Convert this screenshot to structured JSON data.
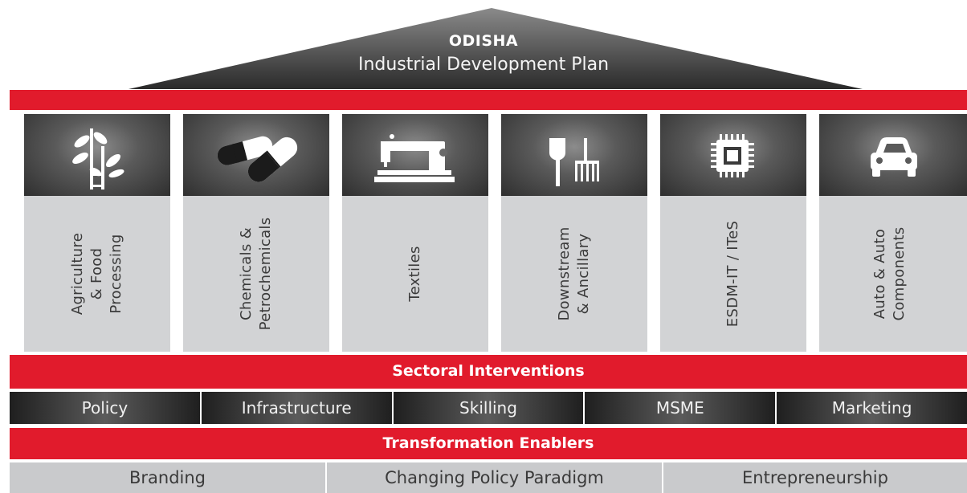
{
  "roof": {
    "title": "ODISHA",
    "subtitle": "Industrial Development Plan"
  },
  "pillars": [
    {
      "icon": "plant-icon",
      "lines": [
        "Agriculture",
        "& Food",
        "Processing"
      ]
    },
    {
      "icon": "capsule-icon",
      "lines": [
        "Chemicals &",
        "Petrochemicals"
      ]
    },
    {
      "icon": "sewing-machine-icon",
      "lines": [
        "Textiles"
      ]
    },
    {
      "icon": "shovel-rake-icon",
      "lines": [
        "Downstream",
        "& Ancillary"
      ]
    },
    {
      "icon": "microchip-icon",
      "lines": [
        "ESDM-IT / ITeS"
      ]
    },
    {
      "icon": "car-icon",
      "lines": [
        "Auto & Auto",
        "Components"
      ]
    }
  ],
  "sectoral_interventions": {
    "title": "Sectoral Interventions",
    "items": [
      "Policy",
      "Infrastructure",
      "Skilling",
      "MSME",
      "Marketing"
    ]
  },
  "transformation_enablers": {
    "title": "Transformation Enablers",
    "items": [
      "Branding",
      "Changing Policy Paradigm",
      "Entrepreneurship"
    ]
  },
  "colors": {
    "accent_red": "#e11b2c",
    "dark_gray": "#2f2f2f",
    "light_gray": "#d2d3d5"
  }
}
